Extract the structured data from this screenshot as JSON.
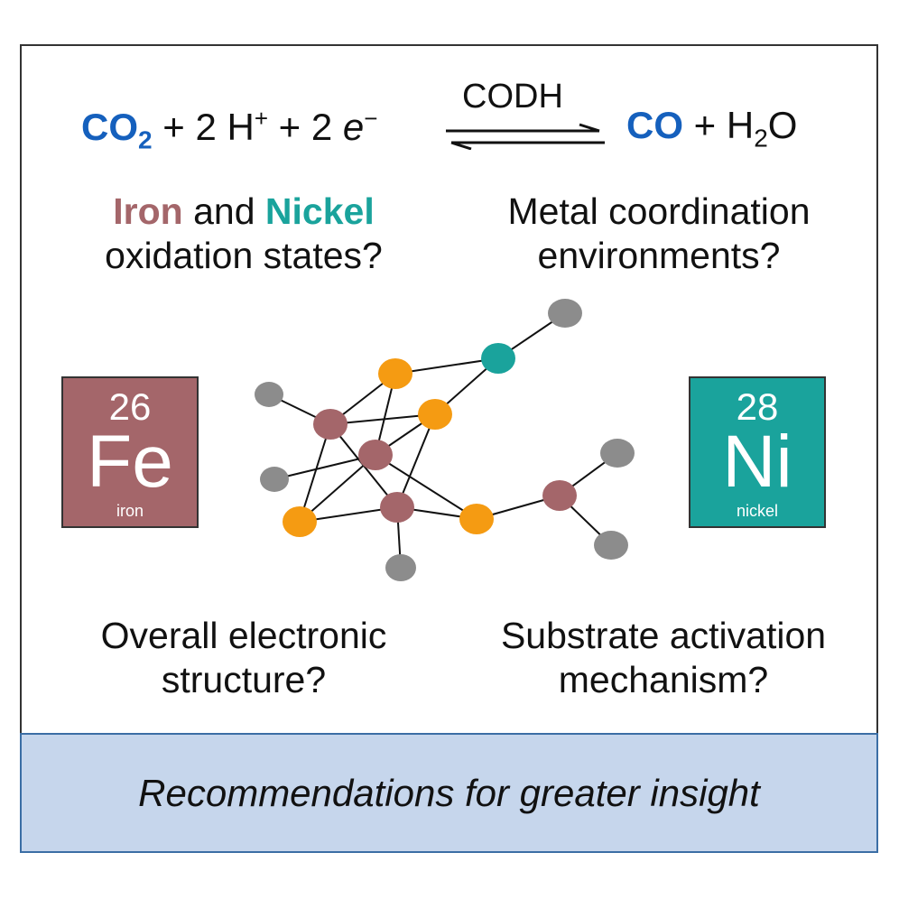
{
  "equation": {
    "reactant_species": "CO",
    "reactant_subscript": "2",
    "reactant_rest": "+ 2 H",
    "proton_charge": "+",
    "electron_part": "+ 2",
    "electron_symbol": "e",
    "electron_charge": "−",
    "enzyme": "CODH",
    "product_species": "CO",
    "product_rest": "+ H",
    "water_subscript": "2",
    "water_tail": "O"
  },
  "questions": {
    "q1_iron": "Iron",
    "q1_and": "and",
    "q1_nickel": "Nickel",
    "q1_line2": "oxidation states?",
    "q2_line1": "Metal coordination",
    "q2_line2": "environments?",
    "q3_line1": "Overall electronic",
    "q3_line2": "structure?",
    "q4_line1": "Substrate activation",
    "q4_line2": "mechanism?"
  },
  "elements": [
    {
      "number": "26",
      "symbol": "Fe",
      "name": "iron",
      "color": "#a4666a"
    },
    {
      "number": "28",
      "symbol": "Ni",
      "name": "nickel",
      "color": "#1aa39c"
    }
  ],
  "footer": {
    "text": "Recommendations for greater insight"
  },
  "colors": {
    "iron": "#a4666a",
    "nickel": "#1aa39c",
    "sulfur": "#f59b12",
    "ligand": "#8c8c8c",
    "equation_blue": "#1560bd",
    "footer_bg": "#c6d6ec"
  }
}
